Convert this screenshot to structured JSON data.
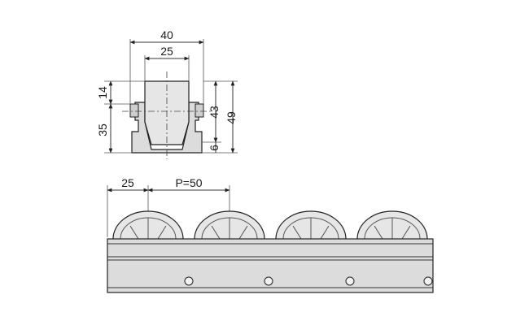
{
  "cross_section": {
    "dims": {
      "overall_width": "40",
      "inner_width": "25",
      "top_offset": "14",
      "left_height": "35",
      "right_height": "43",
      "overall_height": "49",
      "base_height": "6"
    }
  },
  "side_view": {
    "dims": {
      "first_offset": "25",
      "pitch": "P=50"
    }
  },
  "colors": {
    "fill": "#dcdcdc",
    "stroke": "#222222"
  }
}
